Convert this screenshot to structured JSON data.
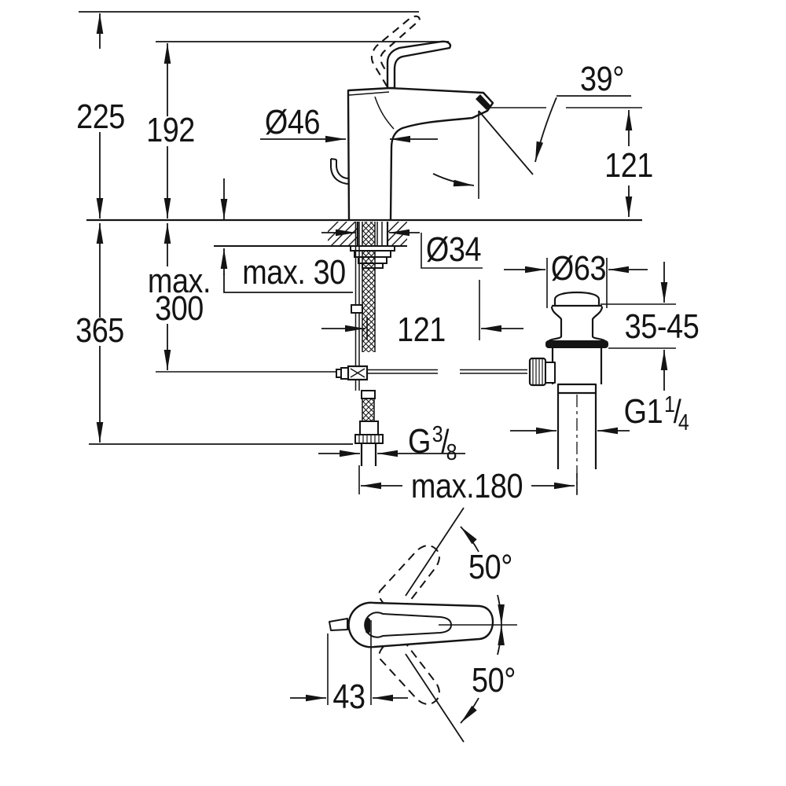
{
  "canvas": {
    "background": "#ffffff",
    "line_color": "#141414"
  },
  "drawing": {
    "type": "technical-dimension-drawing",
    "dims": {
      "overall_height": "225",
      "lever_height": "192",
      "body_diameter": "Ø46",
      "spout_angle": "39°",
      "spout_height": "121",
      "shank_diameter": "Ø34",
      "mounting_thickness": "max. 30",
      "hose_length_line1": "max.",
      "hose_length_line2": "300",
      "install_depth": "365",
      "hose_offset": "121",
      "waste_flange_diameter": "Ø63",
      "clamping_range": "35-45",
      "waste_thread": {
        "prefix": "G1",
        "sup": "1",
        "slash": "/",
        "sub": "4"
      },
      "supply_thread": {
        "prefix": "G",
        "sup": "3",
        "slash": "/",
        "sub": "8"
      },
      "rod_reach": "max.180",
      "handle_swing_upper": "50°",
      "handle_swing_lower": "50°",
      "handle_offset": "43"
    }
  }
}
